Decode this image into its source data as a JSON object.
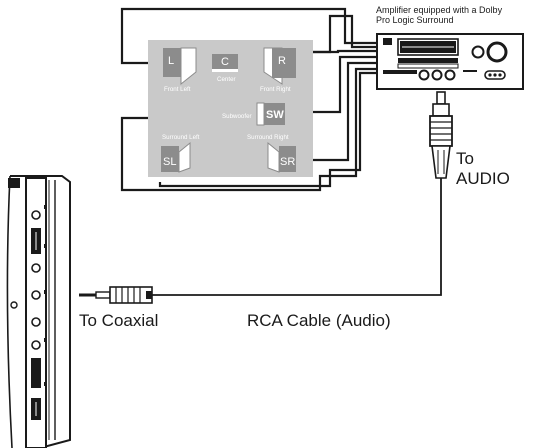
{
  "amplifier": {
    "caption": "Amplifier equipped with a Dolby\nPro Logic Surround"
  },
  "speakers": {
    "front_left": {
      "letter": "L",
      "label": "Front Left"
    },
    "center": {
      "letter": "C",
      "label": "Center"
    },
    "front_right": {
      "letter": "R",
      "label": "Front Right"
    },
    "subwoofer": {
      "letter": "SW",
      "label": "Subwoofer"
    },
    "surround_left": {
      "letter": "SL",
      "label": "Surround Left"
    },
    "surround_right": {
      "letter": "SR",
      "label": "Surround Right"
    }
  },
  "labels": {
    "to_audio": "To\nAUDIO",
    "to_coaxial": "To Coaxial",
    "rca_cable": "RCA Cable (Audio)"
  },
  "colors": {
    "panel": "#c9c9c9",
    "speaker_face": "#8c8c8c",
    "line": "#1a1a1a"
  }
}
